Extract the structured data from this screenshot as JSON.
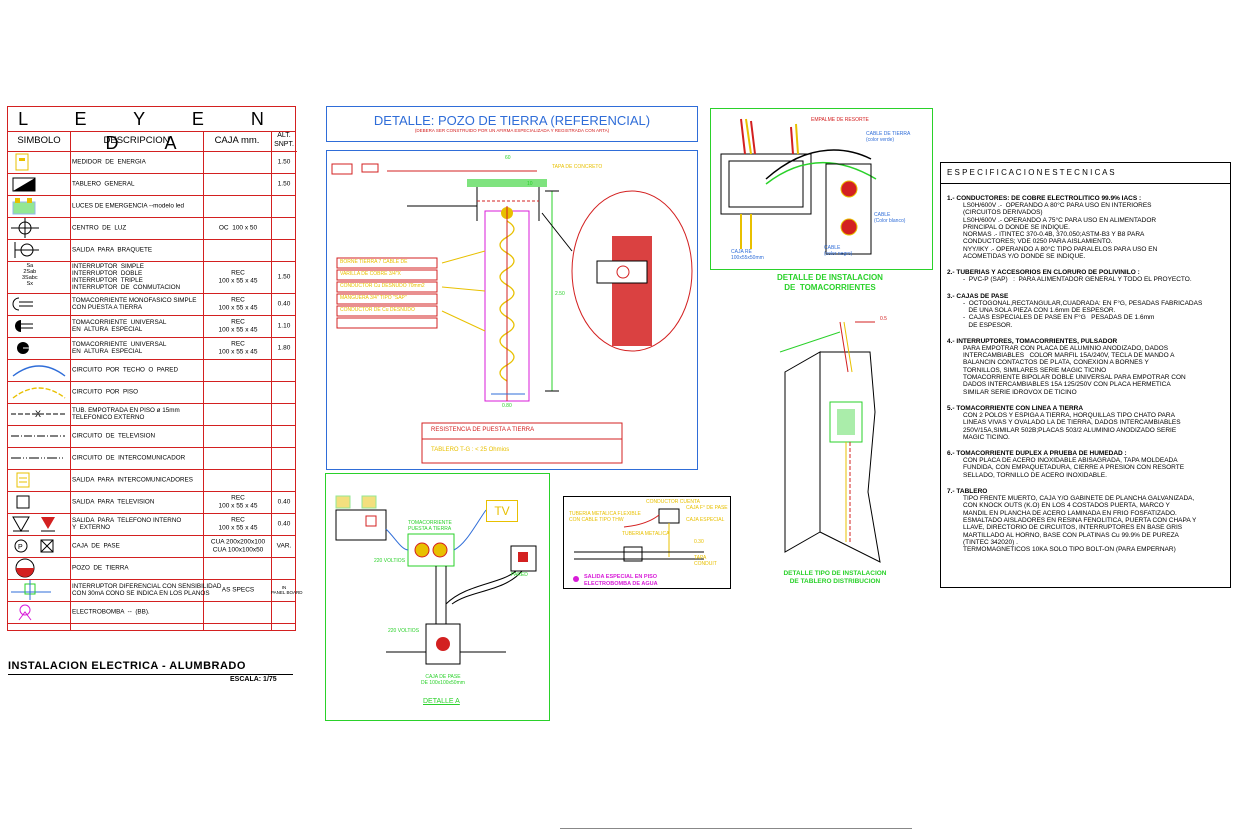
{
  "legend": {
    "title": "L E Y E N D A",
    "headers": {
      "symbol": "SIMBOLO",
      "description": "DESCRIPCION",
      "box": "CAJA mm.",
      "height": "ALT. SNPT."
    },
    "rows": [
      {
        "icon": "meter-icon",
        "desc": "MEDIDOR  DE  ENERGIA",
        "box": "",
        "alt": "1.50"
      },
      {
        "icon": "panel-icon",
        "desc": "TABLERO  GENERAL",
        "box": "",
        "alt": "1.50"
      },
      {
        "icon": "emergency-light-icon",
        "desc": "LUCES DE EMERGENCIA --modelo led",
        "box": "",
        "alt": ""
      },
      {
        "icon": "ceiling-light-icon",
        "desc": "CENTRO  DE  LUZ",
        "box": "OC  100 x 50",
        "alt": ""
      },
      {
        "icon": "wall-bracket-icon",
        "desc": "SALIDA  PARA  BRAQUETE",
        "box": "",
        "alt": ""
      },
      {
        "icon": "switch-icon",
        "desc": "INTERRUPTOR  SIMPLE\nINTERRUPTOR  DOBLE\nINTERRUPTOR  TRIPLE\nINTERRUPTOR  DE  CONMUTACION",
        "box": "REC\n100 x 55 x 45",
        "alt": "1.50",
        "symlabel": "Sa\n2Sab\n3Sabc\nSx"
      },
      {
        "icon": "outlet-ground-icon",
        "desc": "TOMACORRIENTE MONOFASICO SIMPLE\nCON PUESTA A TIERRA",
        "box": "REC\n100 x 55 x 45",
        "alt": "0.40"
      },
      {
        "icon": "outlet-special-icon",
        "desc": "TOMACORRIENTE  UNIVERSAL\nEN  ALTURA  ESPECIAL",
        "box": "REC\n100 x 55 x 45",
        "alt": "1.10"
      },
      {
        "icon": "outlet-special-2-icon",
        "desc": "TOMACORRIENTE  UNIVERSAL\nEN  ALTURA  ESPECIAL",
        "box": "REC\n100 x 55 x 45",
        "alt": "1.80"
      },
      {
        "icon": "ceiling-circuit-icon",
        "desc": "CIRCUITO  POR  TECHO  O  PARED",
        "box": "",
        "alt": ""
      },
      {
        "icon": "floor-circuit-icon",
        "desc": "CIRCUITO  POR  PISO",
        "box": "",
        "alt": ""
      },
      {
        "icon": "floor-pipe-icon",
        "desc": "TUB. EMPOTRADA EN PISO ø 15mm\nTELEFONICO EXTERNO",
        "box": "",
        "alt": ""
      },
      {
        "icon": "tv-circuit-icon",
        "desc": "CIRCUITO  DE  TELEVISION",
        "box": "",
        "alt": ""
      },
      {
        "icon": "intercom-circuit-icon",
        "desc": "CIRCUITO  DE  INTERCOMUNICADOR",
        "box": "",
        "alt": ""
      },
      {
        "icon": "intercom-outlet-icon",
        "desc": "SALIDA  PARA  INTERCOMUNICADORES",
        "box": "",
        "alt": ""
      },
      {
        "icon": "tv-outlet-icon",
        "desc": "SALIDA  PARA  TELEVISION",
        "box": "REC\n100 x 55 x 45",
        "alt": "0.40"
      },
      {
        "icon": "phone-outlet-icon",
        "desc": "SALIDA  PARA  TELEFONO INTERNO\nY  EXTERNO",
        "box": "REC\n100 x 55 x 45",
        "alt": "0.40"
      },
      {
        "icon": "junction-box-icon",
        "desc": "CAJA  DE  PASE",
        "box": "CUA 200x200x100\nCUA 100x100x50",
        "alt": "VAR."
      },
      {
        "icon": "ground-well-icon",
        "desc": "POZO  DE  TIERRA",
        "box": "",
        "alt": ""
      },
      {
        "icon": "differential-switch-icon",
        "desc": "INTERRUPTOR DIFERENCIAL CON SENSIBILIDAD\nCON 30mA CONO SE INDICA EN LOS PLANOS",
        "box": "AS SPECS",
        "alt": "IN\nPANEL BOARD"
      },
      {
        "icon": "pump-icon",
        "desc": "ELECTROBOMBA  --  (BB).",
        "box": "",
        "alt": ""
      }
    ]
  },
  "footer": {
    "title": "INSTALACION ELECTRICA - ALUMBRADO",
    "scale": "ESCALA: 1/75"
  },
  "ground_well": {
    "title": "DETALLE:  POZO  DE  TIERRA  (REFERENCIAL)",
    "subtitle": "(DEBERA SER CONSTRUIDO POR UN AFIRMA ESPECIALIZADA Y REGISTRADA CON ARTA)",
    "items": [
      "TAPA DE CONCRETO",
      "BORNE TIERRA  7  CABLE DE",
      "VARILLA DE COBRE 3/4\"X",
      "CONDUCTOR  Cu  DESNUDO  70mm2",
      "MANGUERA  3/4\"  TIPO  \"SAP\"",
      "CONDUCTOR  DE  Cu DESNUDO"
    ],
    "resistance": "RESISTENCIA  DE  PUESTA  A  TIERRA",
    "resistance_value": "TABLERO    T-G    :    < 25 Ohmios",
    "dims": [
      "60",
      "10",
      "0.80",
      "2.50"
    ]
  },
  "outlet_install": {
    "title": "DETALLE DE INSTALACION\nDE  TOMACORRIENTES",
    "labels": [
      "EMPALME DE RESORTE",
      "CABLE DE TIERRA\n(color verde)",
      "CABLE\n(Color blanco)",
      "CABLE\n(color negro)",
      "CAJA RE\n100x55x50mm"
    ]
  },
  "board_detail": {
    "title": "DETALLE TIPO DE INSTALACION\nDE TABLERO DISTRIBUCION",
    "labels": [
      "0.5"
    ]
  },
  "detail_a": {
    "title": "DETALLE A",
    "tv": "TV",
    "labels": [
      "TOMACORRIENTE\nPUESTA A TIERRA",
      "220 VOLTIOS",
      "220 VOLTIOS",
      "CAJA DE PASE\nDE 100x100x50mm",
      "PARED"
    ]
  },
  "pump_detail": {
    "title": "SALIDA ESPECIAL EN PISO\nELECTROBOMBA DE AGUA",
    "labels": [
      "CONDUCTOR CUENTA",
      "TUBERIA METALICA FLEXIBLE\nCON CABLE TIPO THW",
      "CAJA F° DE PASE",
      "CAJA ESPECIAL",
      "TUBERIA METALICA",
      "0.30",
      "TAPA\nCONDUIT"
    ]
  },
  "specs": {
    "title": "E S P E C I F I C A C I O N E S   T E C N I C A S",
    "sections": [
      {
        "h": "1.- CONDUCTORES: DE COBRE ELECTROLITICO 99.9% IACS :",
        "b": "LS0H/600V .-  OPERANDO A 80°C PARA USO EN INTERIORES\n(CIRCUITOS DERIVADOS)\nLS0H/600V .- OPERANDO A 75°C PARA USO EN ALIMENTADOR\nPRINCIPAL O DONDE SE INDIQUE.\nNORMAS .- ITINTEC 370-0.4B, 370.050;ASTM-B3 Y B8 PARA\nCONDUCTORES; VDE 0250 PARA AISLAMIENTO.\nNYY/IKY .- OPERANDO A 80°C TIPO PARALELOS PARA USO EN\nACOMETIDAS Y/O DONDE SE INDIQUE."
      },
      {
        "h": "2.- TUBERIAS Y ACCESORIOS EN CLORURO DE POLIVINILO :",
        "b": "-  PVC-P (SAP)   :  PARA ALIMENTADOR GENERAL Y TODO EL PROYECTO."
      },
      {
        "h": "3.- CAJAS DE PASE",
        "b": "-  OCTOGONAL,RECTANGULAR,CUADRADA: EN F°G, PESADAS FABRICADAS\n   DE UNA SOLA PIEZA CON 1.6mm DE ESPESOR.\n-  CAJAS ESPECIALES DE PASE EN F°G   PESADAS DE 1.6mm\n   DE ESPESOR."
      },
      {
        "h": "4.- INTERRUPTORES, TOMACORRIENTES, PULSADOR",
        "b": "PARA EMPOTRAR CON PLACA DE ALUMINIO ANODIZADO, DADOS\nINTERCAMBIABLES   COLOR MARFIL 15A/240V, TECLA DE MANDO A\nBALANCIN CONTACTOS DE PLATA, CONEXION A BORNES Y\nTORNILLOS, SIMILARES SERIE MAGIC TICINO\nTOMACORRIENTE BIPOLAR DOBLE UNIVERSAL PARA EMPOTRAR CON\nDADOS INTERCAMBIABLES 15A 125/250V CON PLACA HERMETICA\nSIMILAR SERIE IDROVOX DE TICINO"
      },
      {
        "h": "5.- TOMACORRIENTE CON LINEA A TIERRA",
        "b": "CON 2 POLOS Y ESPIGA A TIERRA, HORQUILLAS TIPO CHATO PARA\nLINEAS VIVAS Y OVALADO LA DE TIERRA, DADOS INTERCAMBIABLES\n250V/15A,SIMILAR 502B;PLACAS 503/2 ALUMINIO ANODIZADO SERIE\nMAGIC TICINO."
      },
      {
        "h": "6.- TOMACORRIENTE DUPLEX A PRUEBA DE HUMEDAD :",
        "b": "CON PLACA DE ACERO INOXIDABLE ABISAGRADA, TAPA MOLDEADA\nFUNDIDA, CON EMPAQUETADURA, CIERRE A PRESION CON RESORTE\nSELLADO, TORNILLO DE ACERO INOXIDABLE."
      },
      {
        "h": "7.- TABLERO",
        "b": "TIPO FRENTE MUERTO, CAJA Y/O GABINETE DE PLANCHA GALVANIZADA,\nCON KNOCK OUTS (K.O) EN LOS 4 COSTADOS PUERTA, MARCO Y\nMANDIL EN PLANCHA DE ACERO LAMINADA EN FRIO FOSFATIZADO.\nESMALTADO AISLADORES EN RESINA FENOLITICA, PUERTA CON CHAPA Y\nLLAVE, DIRECTORIO DE CIRCUITOS, INTERRUPTORES EN BASE GRIS\nMARTILLADO AL HORNO, BASE CON PLATINAS Cu 99.9% DE PUREZA\n(TINTEC 342020) .\nTERMOMAGNETICOS 10KA SOLO TIPO BOLT-ON (PARA EMPERNAR)"
      }
    ]
  }
}
